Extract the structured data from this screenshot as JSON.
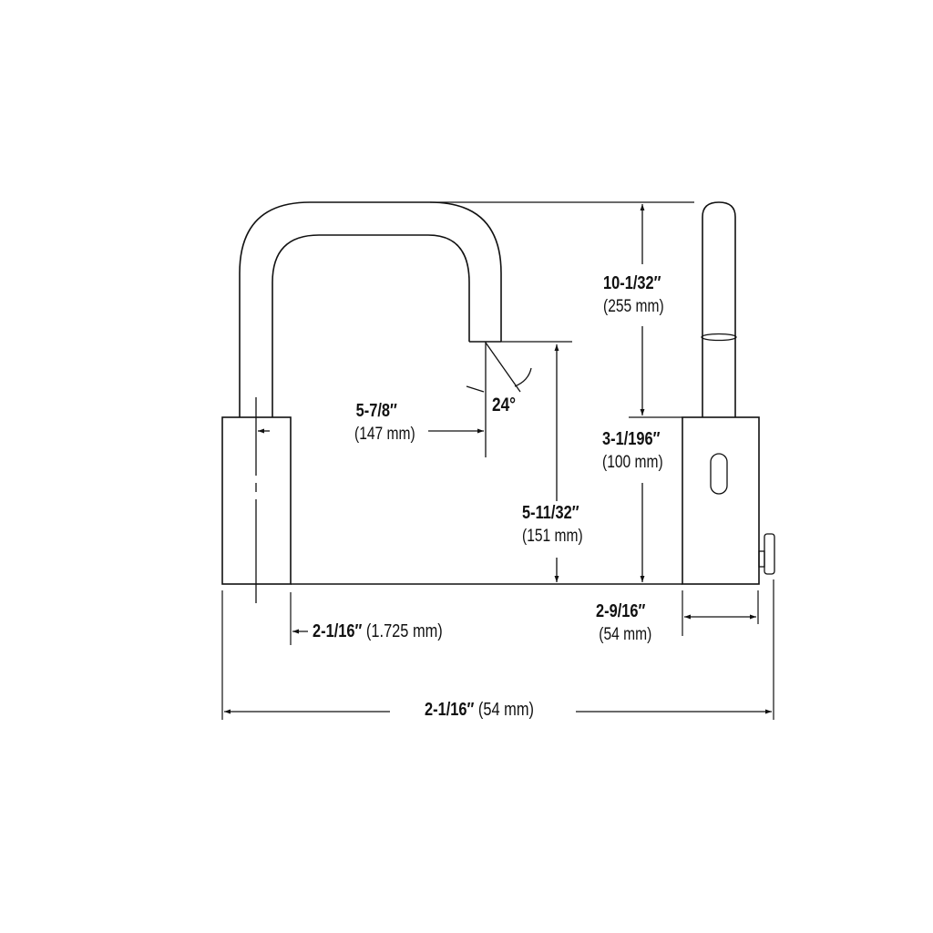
{
  "drawing": {
    "type": "technical dimension drawing",
    "subject": "sensor faucet side and front elevation",
    "line_color": "#111111",
    "background": "#ffffff"
  },
  "dimensions": {
    "spout_height": {
      "imperial": "10-1/32″",
      "metric": "(255 mm)"
    },
    "body_height": {
      "imperial": "3-1/196″",
      "metric": "(100 mm)"
    },
    "spout_reach": {
      "imperial": "5-7/8″",
      "metric": "(147 mm)"
    },
    "outlet_height": {
      "imperial": "5-11/32″",
      "metric": "(151 mm)"
    },
    "spray_angle": {
      "value": "24°"
    },
    "base_offset": {
      "imperial": "2-1/16″",
      "metric": "(1.725 mm)"
    },
    "body_width": {
      "imperial": "2-9/16″",
      "metric": "(54 mm)"
    },
    "overall_width": {
      "imperial": "2-1/16″",
      "metric": "(54 mm)"
    }
  }
}
